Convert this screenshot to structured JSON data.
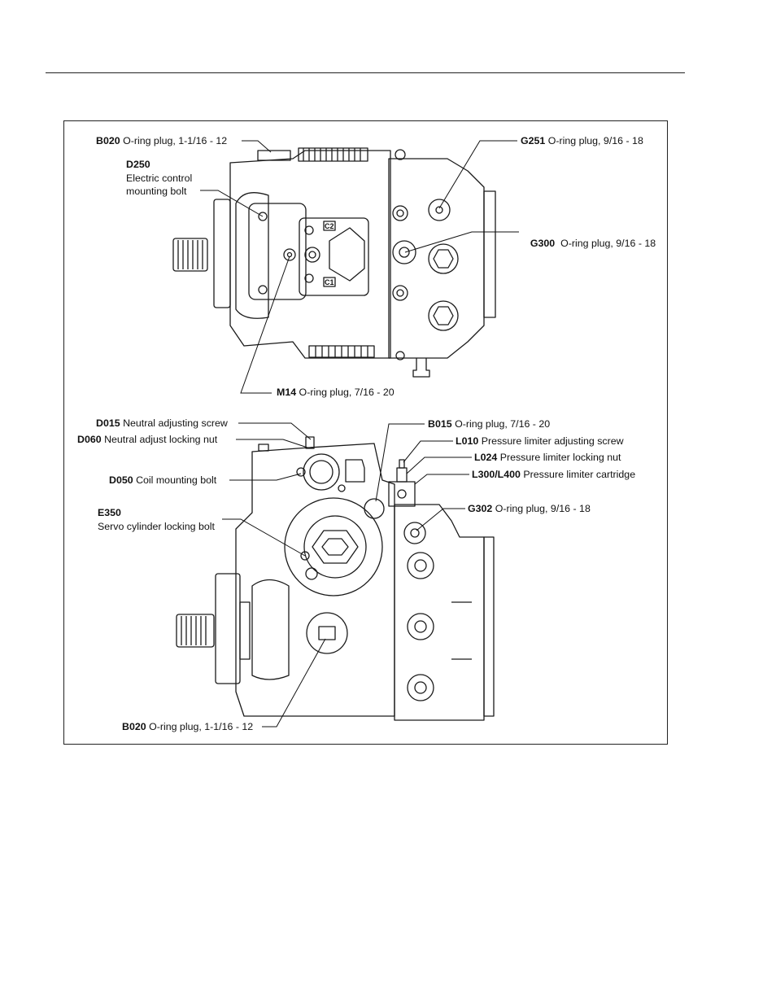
{
  "callouts": {
    "top": {
      "b020": {
        "code": "B020",
        "text": " O-ring plug, 1-1/16 - 12"
      },
      "d250": {
        "code": "D250",
        "line1": "Electric control",
        "line2": "mounting bolt"
      },
      "g251": {
        "code": "G251",
        "text": " O-ring plug, 9/16 - 18"
      },
      "g300": {
        "code": "G300",
        "text": "  O-ring plug, 9/16 - 18"
      },
      "m14": {
        "code": "M14",
        "text": " O-ring plug, 7/16 - 20"
      }
    },
    "bottom": {
      "d015": {
        "code": "D015",
        "text": " Neutral adjusting screw"
      },
      "d060": {
        "code": "D060",
        "text": " Neutral adjust locking nut"
      },
      "d050": {
        "code": "D050",
        "text": " Coil mounting bolt"
      },
      "e350": {
        "code": "E350",
        "line1": "Servo cylinder locking bolt"
      },
      "b015": {
        "code": "B015",
        "text": " O-ring plug, 7/16 - 20"
      },
      "l010": {
        "code": "L010",
        "text": " Pressure limiter adjusting screw"
      },
      "l024": {
        "code": "L024",
        "text": " Pressure limiter locking nut"
      },
      "l300": {
        "code": "L300/L400",
        "text": " Pressure limiter cartridge"
      },
      "g302": {
        "code": "G302",
        "text": " O-ring plug, 9/16 - 18"
      },
      "b020": {
        "code": "B020",
        "text": " O-ring plug, 1-1/16 - 12"
      }
    }
  },
  "plate_marks": {
    "c2": "C2",
    "c1": "C1"
  }
}
